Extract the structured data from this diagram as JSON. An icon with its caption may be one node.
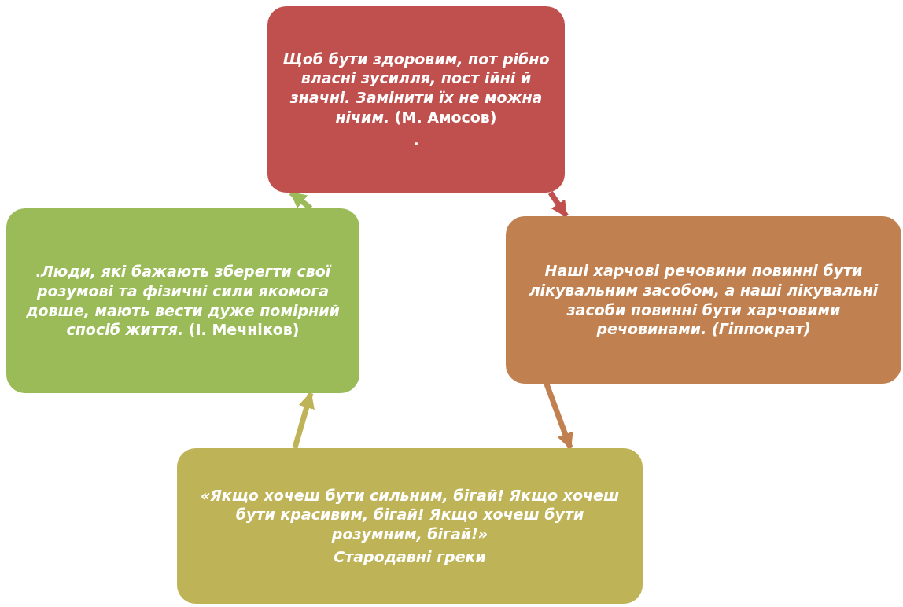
{
  "diagram": {
    "nodes": [
      {
        "text": [
          "*Щоб бути здоровим, пот рібно власні зусилля, пост ійні й значні. Замінити їх не можна нічим.* (М. Амосов)",
          "."
        ]
      },
      {
        "text": [
          ".*Люди, які бажають зберегти свої розумові та фізичні сили якомога довше, мають вести дуже помірний спосіб життя.* (І. Мечніков)"
        ]
      },
      {
        "text": [
          "*Наші харчові речовини повинні бути лікувальним засобом, а наші лікувальні засоби повинні бути харчовими речовинами. (Гіппократ)*"
        ]
      },
      {
        "text": [
          "*«Якщо хочеш бути сильним, бігай! Якщо хочеш бути красивим, бігай! Якщо хочеш бути розумним, бігай!»*",
          "*Стародавні греки*"
        ]
      }
    ],
    "edges": [
      {
        "from": 0,
        "to": 2,
        "arrow": "to",
        "color": "#c0504d"
      },
      {
        "from": 2,
        "to": 3,
        "arrow": "to",
        "color": "#c0804f"
      },
      {
        "from": 3,
        "to": 1,
        "arrow": "to",
        "color": "#bfb358"
      },
      {
        "from": 1,
        "to": 0,
        "arrow": "to",
        "color": "#9bbb59"
      }
    ]
  }
}
